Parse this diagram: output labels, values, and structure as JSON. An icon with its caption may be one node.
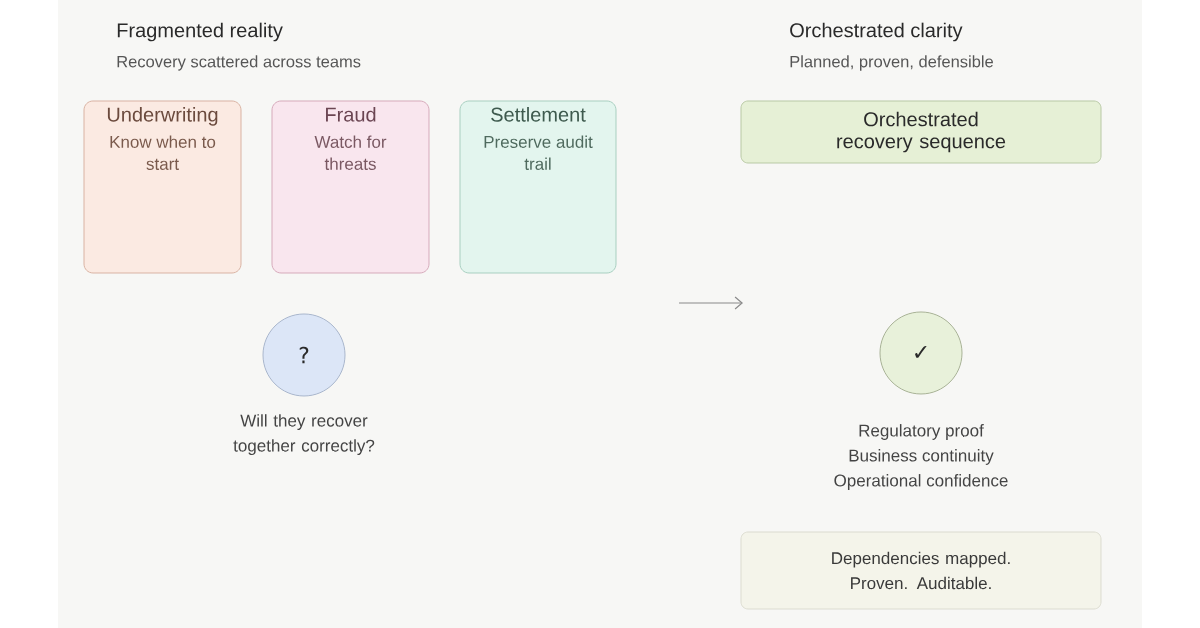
{
  "diagram": {
    "nodes": [
      {
        "text": [
          "Underwriting",
          "Know when to start"
        ]
      },
      {
        "text": [
          "Fraud",
          "Watch for threats"
        ]
      },
      {
        "text": [
          "Settlement",
          "Preserve audit trail"
        ]
      },
      {
        "text": [
          "?"
        ],
        "beside": [
          "Will they recover together correctly?"
        ]
      },
      {
        "text": [
          "Orchestrated recovery sequence"
        ]
      },
      {
        "text": [
          "✓"
        ]
      },
      {
        "text": [
          "Dependencies mapped. Proven. Auditable."
        ]
      }
    ],
    "labels": [
      "Fragmented reality",
      "Recovery scattered across teams",
      "Orchestrated clarity",
      "Planned, proven, defensible",
      "Regulatory proof",
      "Business continuity",
      "Operational confidence"
    ]
  }
}
